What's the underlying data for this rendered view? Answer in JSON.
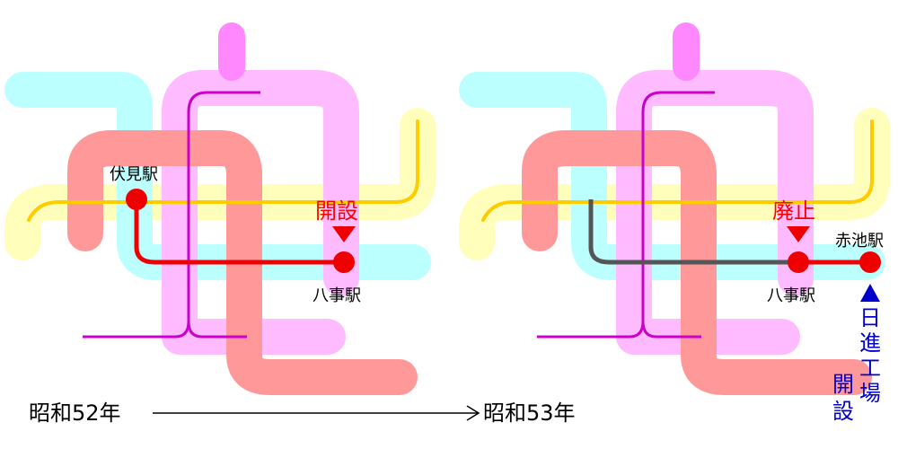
{
  "before": {
    "era": "昭和52年",
    "station_a": "伏見駅",
    "station_b": "八事駅",
    "event": "開設"
  },
  "after": {
    "era": "昭和53年",
    "station_b": "八事駅",
    "station_c": "赤池駅",
    "event_abolished": "廃止",
    "depot_chars": [
      "日",
      "進",
      "工",
      "場"
    ],
    "depot_open_chars": [
      "開",
      "設"
    ]
  },
  "colors": {
    "red_line": "#ee0000",
    "grey_line": "#555555",
    "yellow": "#ffcc00",
    "magenta": "#cc00cc",
    "bg_red": "#ff9999",
    "bg_cyan": "#bbffff",
    "bg_pink": "#ffbbff",
    "bg_magenta": "#ff88ff",
    "bg_yellow": "#ffffbb",
    "depot_blue": "#0000cc"
  }
}
